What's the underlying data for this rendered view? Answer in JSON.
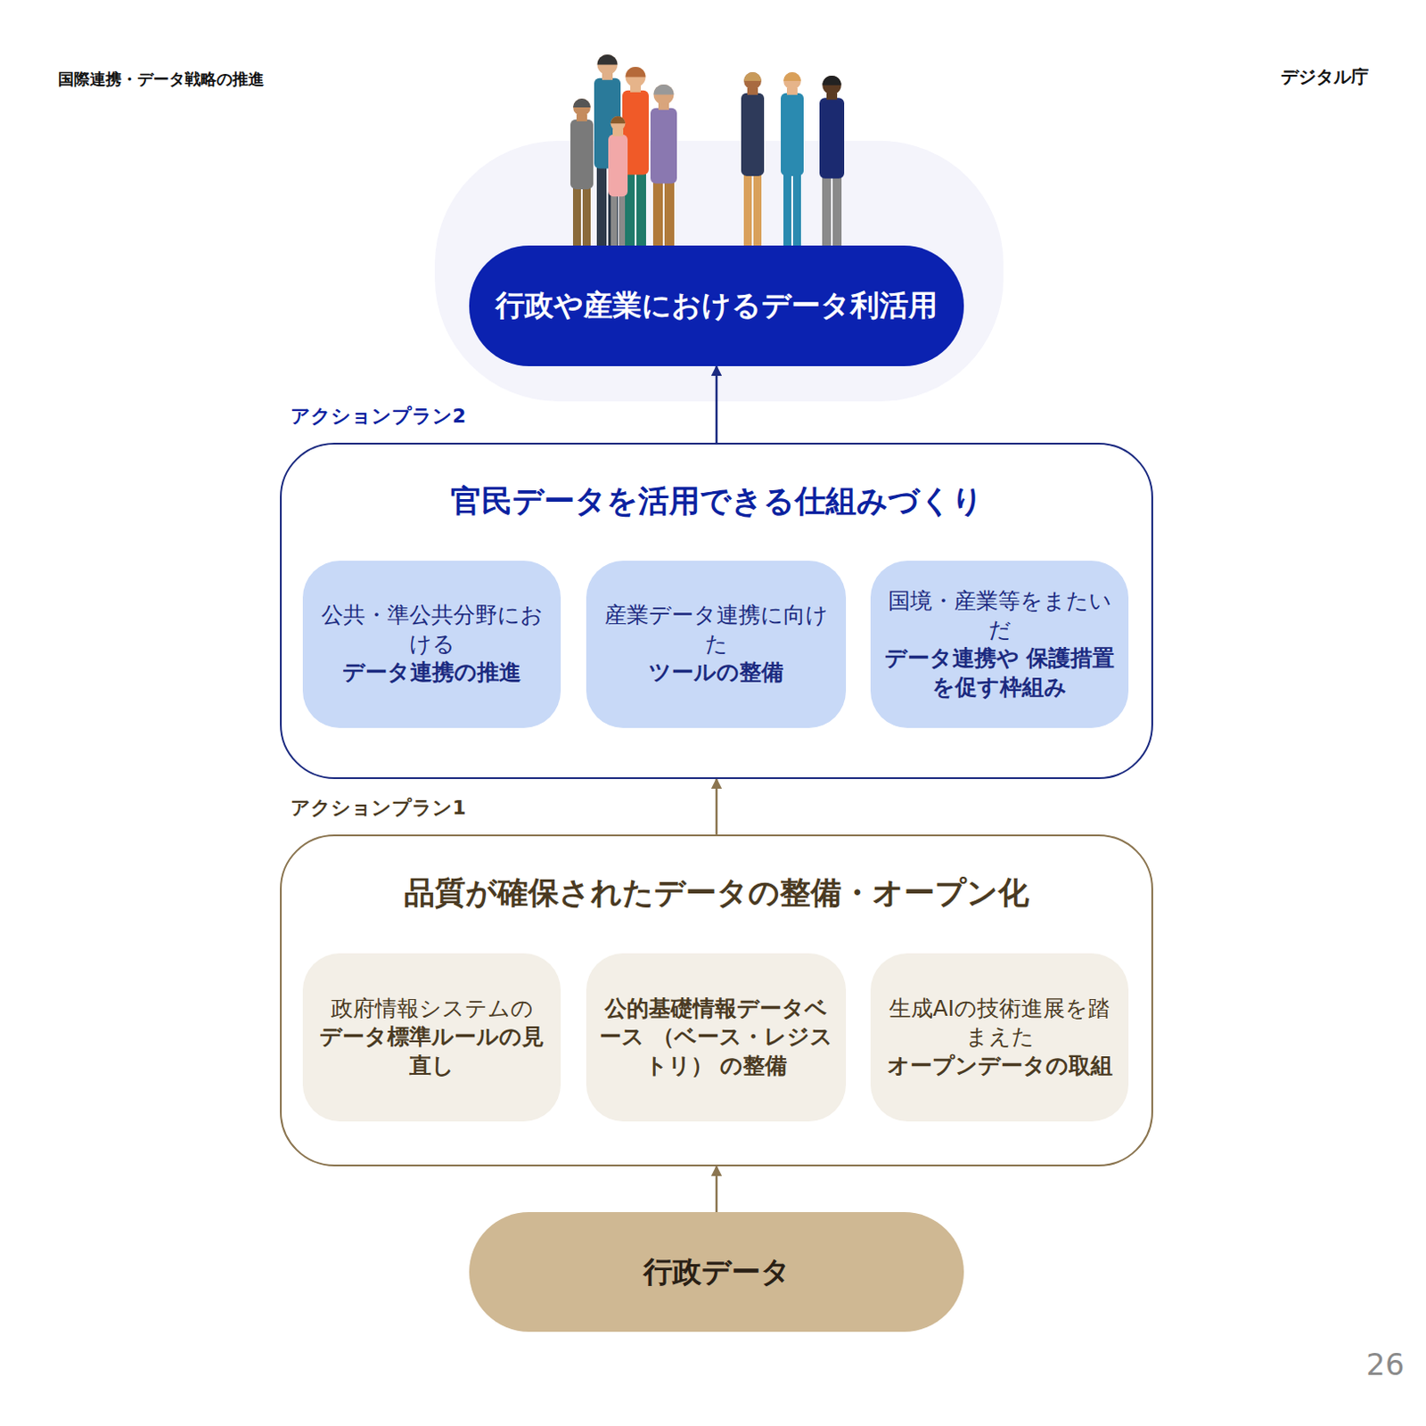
{
  "diagram": {
    "nodes": [
      {
        "text": [
          "行政や産業におけるデータ利活用"
        ]
      },
      {
        "text": [
          "アクションプラン2",
          "官民データを活用できる仕組みづくり"
        ]
      },
      {
        "text": [
          "公共・準公共分野における",
          "データ連携の推進"
        ],
        "in": 1
      },
      {
        "text": [
          "産業データ連携に向けた",
          "ツールの整備"
        ],
        "in": 1
      },
      {
        "text": [
          "国境・産業等をまたいだ",
          "データ連携や 保護措置を促す枠組み"
        ],
        "in": 1
      },
      {
        "text": [
          "アクションプラン1",
          "品質が確保されたデータの整備・オープン化"
        ]
      },
      {
        "text": [
          "政府情報システムの",
          "データ標準ルールの見直し"
        ],
        "in": 5
      },
      {
        "text": [
          "公的基礎情報データベース （ベース・レジストリ） の整備"
        ],
        "in": 5
      },
      {
        "text": [
          "生成AIの技術進展を踏まえた",
          "オープンデータの取組"
        ],
        "in": 5
      },
      {
        "text": [
          "行政データ"
        ]
      }
    ],
    "edges": [
      {
        "from": 9,
        "to": 5,
        "arrow": "to"
      },
      {
        "from": 5,
        "to": 1,
        "arrow": "to"
      },
      {
        "from": 1,
        "to": 0,
        "arrow": "to"
      }
    ],
    "labels": [
      "国際連携・データ戦略の推進",
      "デジタル庁",
      "26"
    ]
  }
}
